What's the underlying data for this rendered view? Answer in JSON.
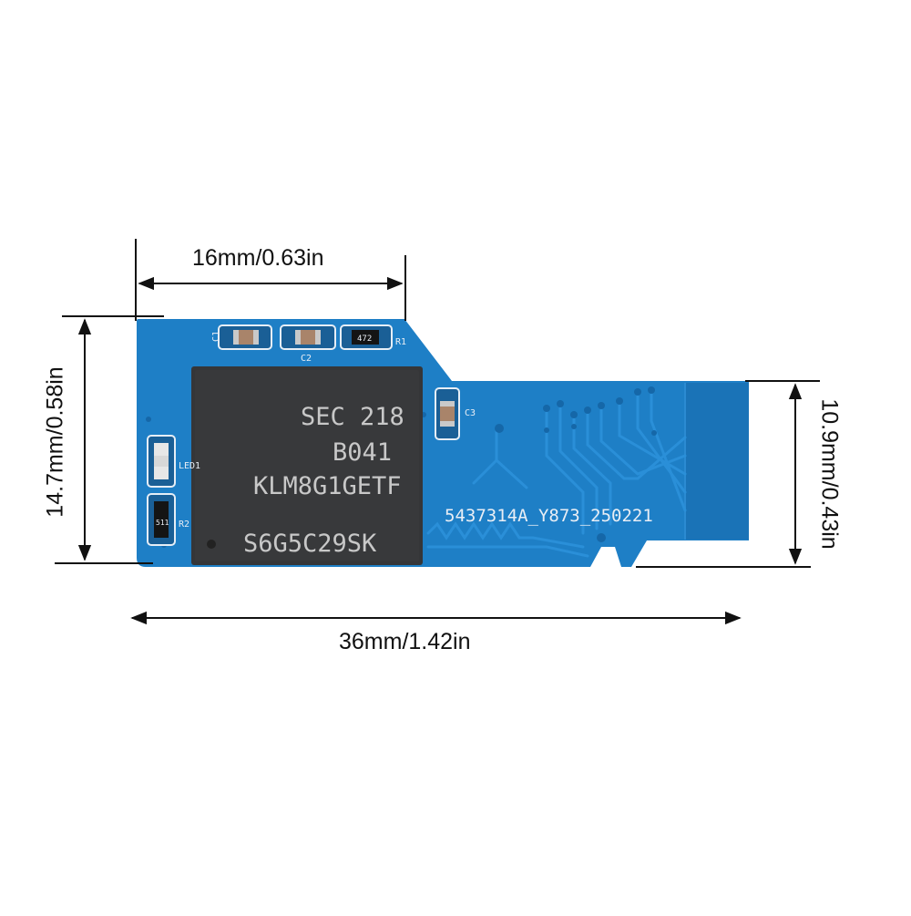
{
  "dimensions": {
    "top": "16mm/0.63in",
    "bottom": "36mm/1.42in",
    "left": "14.7mm/0.58in",
    "right": "10.9mm/0.43in"
  },
  "chip": {
    "line1": "SEC 218",
    "line2": "B041",
    "line3": "KLM8G1GETF",
    "line4": "S6G5C29SK"
  },
  "silkscreen": {
    "board_id": "5437314A_Y873_250221",
    "c1": "C1",
    "c2": "C2",
    "c3": "C3",
    "r1": "R1",
    "r1_value": "472",
    "r2": "R2",
    "r2_value": "511",
    "led": "LED1"
  },
  "colors": {
    "board": "#1e7fc6",
    "board_dark": "#1670b4",
    "chip": "#353638",
    "line": "#111111",
    "background": "#ffffff"
  }
}
